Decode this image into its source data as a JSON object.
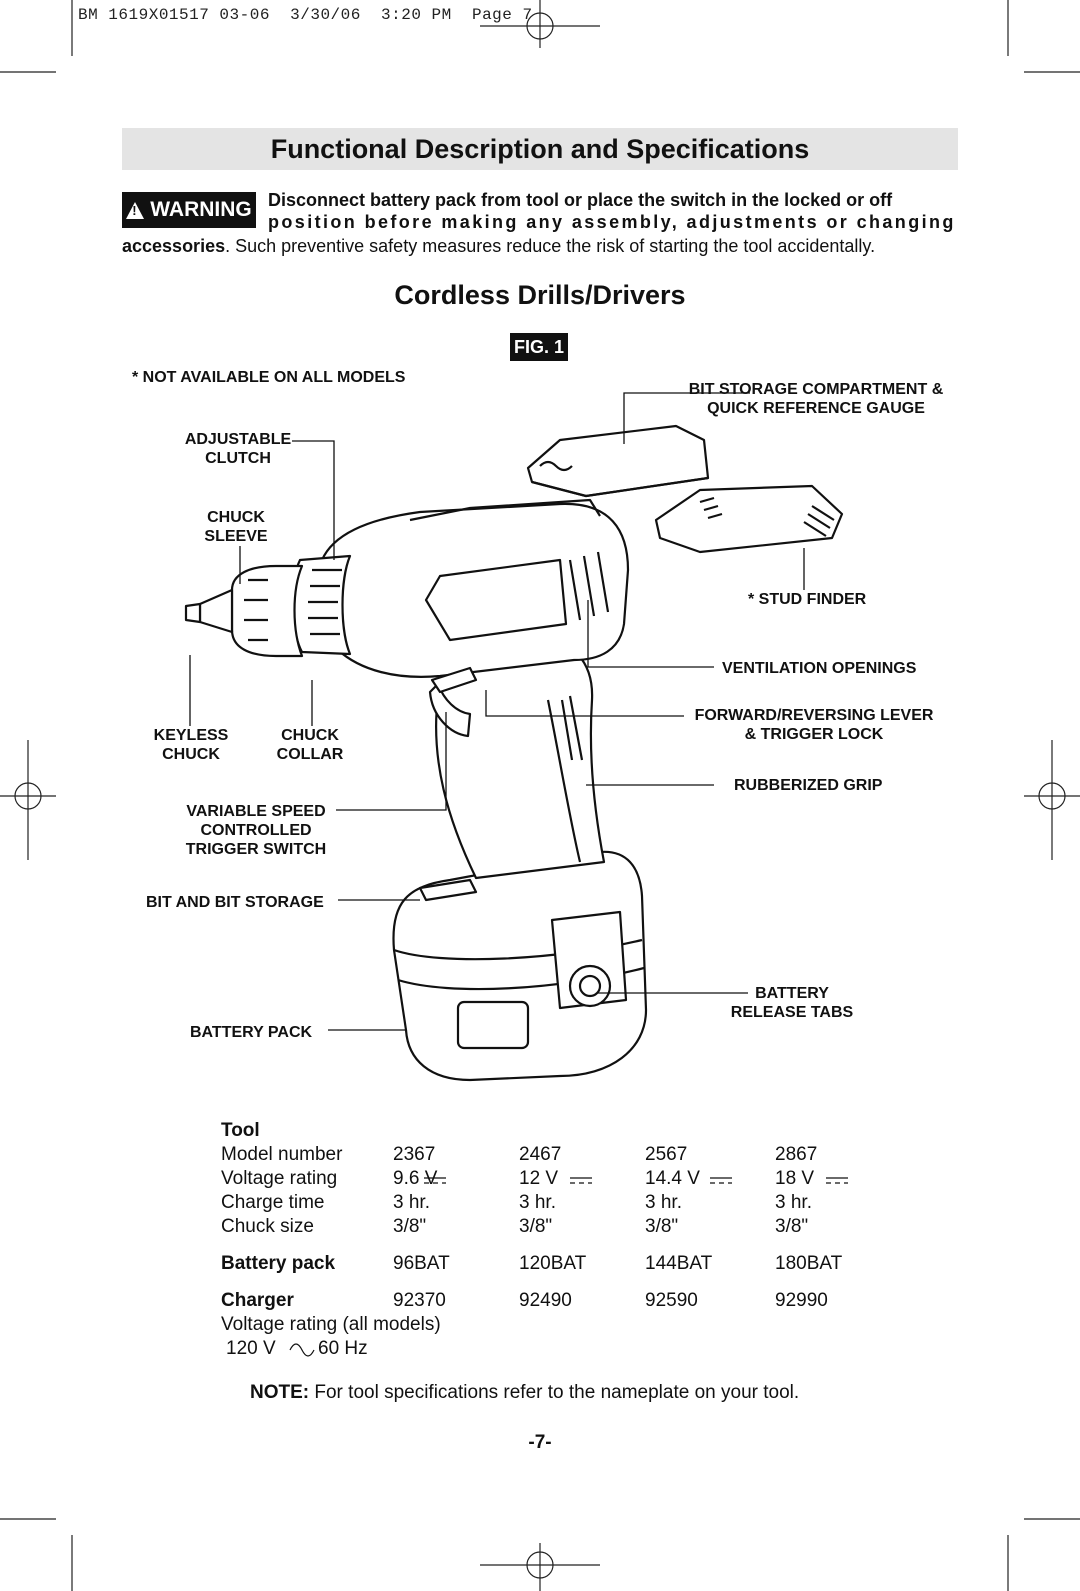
{
  "slug": "BM 1619X01517 03-06  3/30/06  3:20 PM  Page 7",
  "title": "Functional Description and Specifications",
  "warning": {
    "badge": "WARNING",
    "line1": "Disconnect battery pack from tool or place the switch in the locked or off",
    "line2": "position before making any assembly, adjustments or changing",
    "line3_bold": "accessories",
    "line3_rest": ". Such preventive safety measures reduce the risk of starting the tool accidentally."
  },
  "subtitle": "Cordless Drills/Drivers",
  "figure": {
    "badge": "FIG. 1",
    "not_available": "* NOT AVAILABLE ON ALL MODELS",
    "labels": {
      "adjustable_clutch": [
        "ADJUSTABLE",
        "CLUTCH"
      ],
      "chuck_sleeve": [
        "CHUCK",
        "SLEEVE"
      ],
      "keyless_chuck": [
        "KEYLESS",
        "CHUCK"
      ],
      "chuck_collar": [
        "CHUCK",
        "COLLAR"
      ],
      "variable_speed": [
        "VARIABLE SPEED",
        "CONTROLLED",
        "TRIGGER SWITCH"
      ],
      "bit_storage": [
        "BIT AND BIT STORAGE"
      ],
      "battery_pack": [
        "BATTERY PACK"
      ],
      "bit_compartment": [
        "BIT STORAGE COMPARTMENT &",
        "QUICK REFERENCE GAUGE"
      ],
      "stud_finder": [
        "* STUD FINDER"
      ],
      "ventilation": [
        "VENTILATION OPENINGS"
      ],
      "forward_reverse": [
        "FORWARD/REVERSING LEVER",
        "& TRIGGER LOCK"
      ],
      "rubberized_grip": [
        "RUBBERIZED GRIP"
      ],
      "battery_release": [
        "BATTERY",
        "RELEASE TABS"
      ]
    }
  },
  "specs": {
    "tool_heading": "Tool",
    "rows": [
      {
        "label": "Model number",
        "values": [
          "2367",
          "2467",
          "2567",
          "2867"
        ]
      },
      {
        "label": "Voltage rating",
        "values": [
          "9.6 V",
          "12 V",
          "14.4 V",
          "18 V"
        ]
      },
      {
        "label": "Charge time",
        "values": [
          "3 hr.",
          "3 hr.",
          "3 hr.",
          "3 hr."
        ]
      },
      {
        "label": "Chuck size",
        "values": [
          "3/8\"",
          "3/8\"",
          "3/8\"",
          "3/8\""
        ]
      }
    ],
    "battery": {
      "label": "Battery pack",
      "values": [
        "96BAT",
        "120BAT",
        "144BAT",
        "180BAT"
      ]
    },
    "charger": {
      "label": "Charger",
      "values": [
        "92370",
        "92490",
        "92590",
        "92990"
      ]
    },
    "charger_voltage_label": "Voltage rating (all models)",
    "charger_voltage_a": "120 V",
    "charger_voltage_b": "60 Hz"
  },
  "note": {
    "bold": "NOTE:",
    "text": " For tool specifications refer to the nameplate on your tool."
  },
  "page_number": "-7-"
}
